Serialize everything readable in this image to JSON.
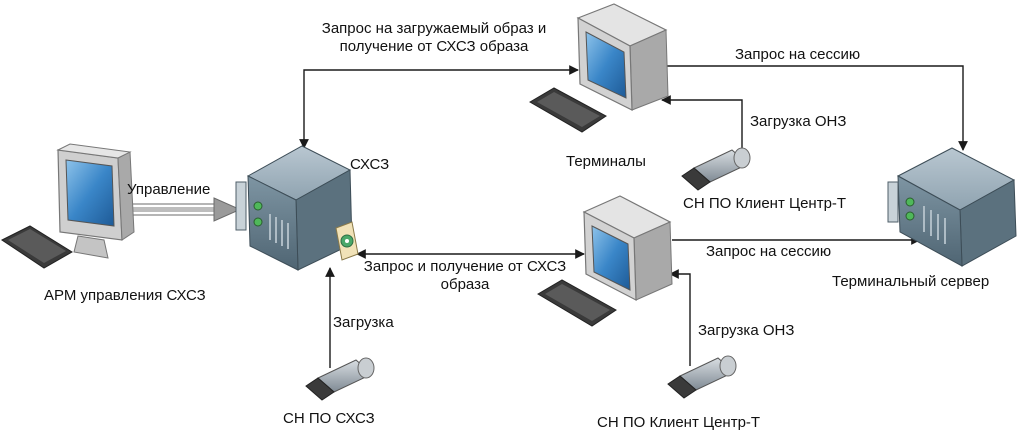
{
  "diagram": {
    "nodes": {
      "arm": "АРМ управления СХСЗ",
      "shsz": "СХСЗ",
      "terminals": "Терминалы",
      "terminal_server": "Терминальный сервер",
      "usb_shsz": "СН ПО СХСЗ",
      "usb_client_top": "СН ПО Клиент Центр-Т",
      "usb_client_bottom": "СН ПО Клиент Центр-Т"
    },
    "edges": {
      "control": "Управление",
      "request_image_line1": "Запрос на загружаемый образ и",
      "request_image_line2": "получение от СХСЗ образа",
      "session_top": "Запрос на сессию",
      "session_bottom": "Запрос на сессию",
      "load_onz_top": "Загрузка ОНЗ",
      "load_onz_bottom": "Загрузка ОНЗ",
      "request_receive_line1": "Запрос и получение от СХСЗ",
      "request_receive_line2": "образа",
      "load": "Загрузка"
    }
  },
  "colors": {
    "line": "#1a1a1a",
    "server_body": "#6f8796",
    "monitor_frame": "#d9d9d9",
    "screen": "#2a6fb0",
    "usb_body": "#9aa4ad"
  }
}
